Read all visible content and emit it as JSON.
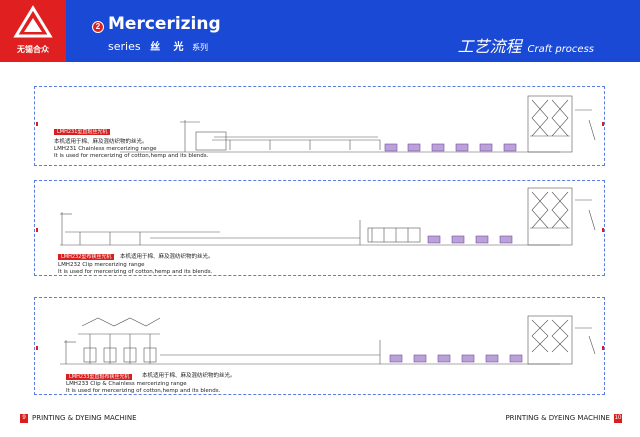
{
  "header": {
    "logo_text": "无锡合众",
    "section_number": "2",
    "title": "Mercerizing",
    "series_label": "series",
    "series_cn": "丝 光",
    "series_cn_small": "系列",
    "right_title_cn": "工艺流程",
    "right_title_en": "Craft process"
  },
  "panels": [
    {
      "tag": "LMH231型直辊丝光机",
      "desc_cn": "本机适用于棉、麻及混纺织物的丝光。",
      "desc_en1": "LMH231 Chainless mercerizing range",
      "desc_en2": "It is used for mercerizing of cotton,hemp and its blends."
    },
    {
      "tag": "LMH232型布铗丝光机",
      "desc_cn": "本机适用于棉、麻及混纺织物的丝光。",
      "desc_en1": "LMH232 Clip mercerizing range",
      "desc_en2": "It is used for mercerizing of cotton,hemp and its blends."
    },
    {
      "tag": "LMH233型直辊布铗丝光机",
      "desc_cn": "本机适用于棉、麻及混纺织物的丝光。",
      "desc_en1": "LMH233 Clip & Chainless mercerizing range",
      "desc_en2": "It is used for mercerizing of cotton,hemp and its blends."
    }
  ],
  "footer": {
    "left_page": "9",
    "left_text": "PRINTING & DYEING MACHINE",
    "right_text": "PRINTING & DYEING MACHINE",
    "right_page": "10"
  },
  "colors": {
    "header_blue": "#1a49d6",
    "brand_red": "#e02020",
    "dash_blue": "#5a7be0",
    "machine_purple": "#7a4aa8"
  }
}
